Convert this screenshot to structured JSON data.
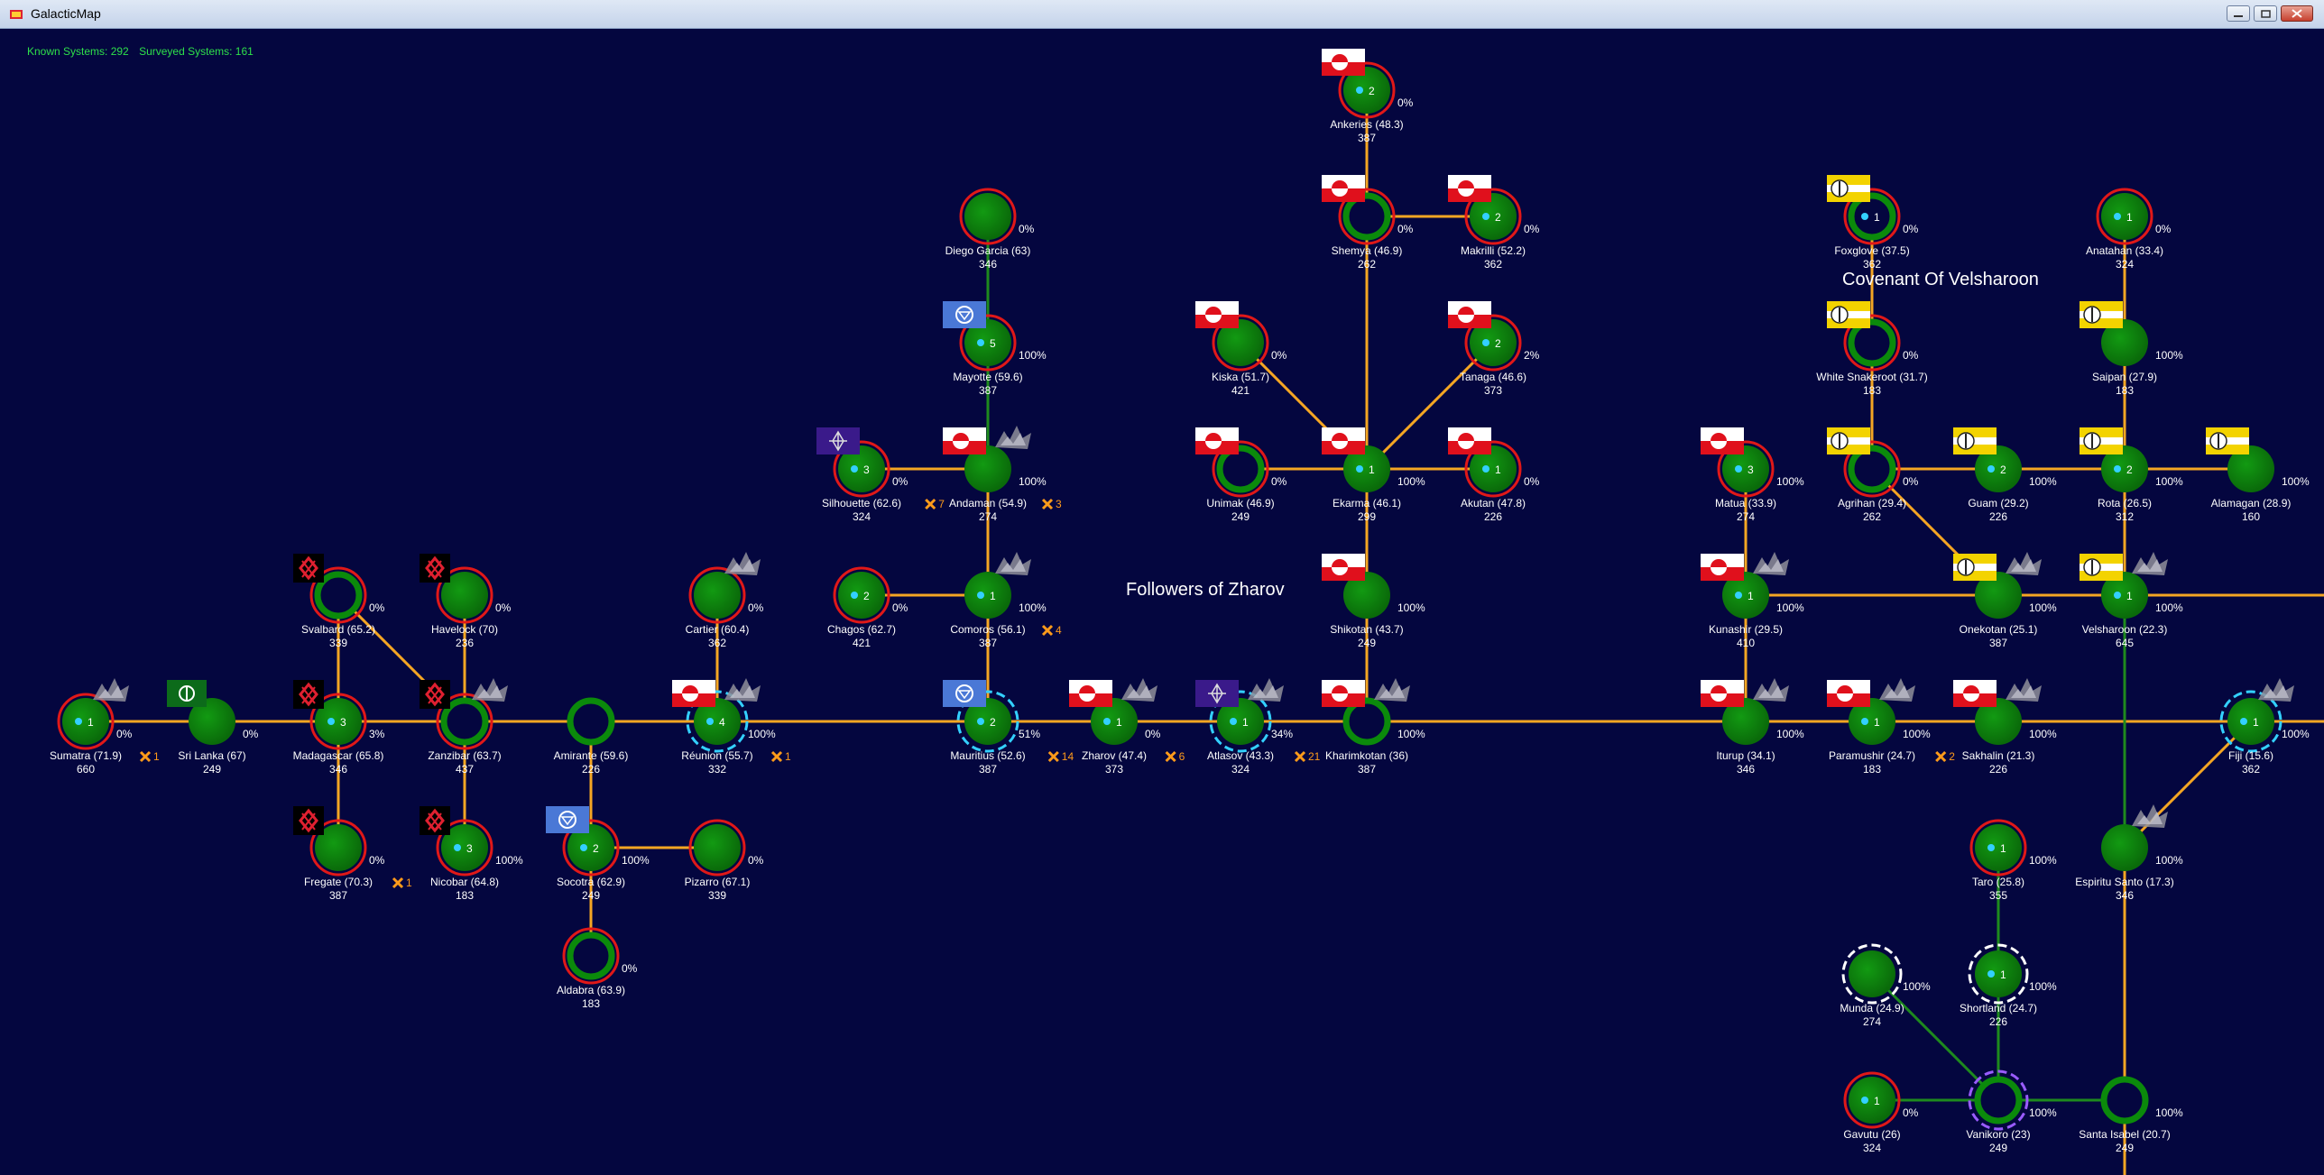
{
  "window": {
    "title": "GalacticMap"
  },
  "status": {
    "known": "Known Systems: 292",
    "surveyed": "Surveyed Systems: 161"
  },
  "colors": {
    "background": "#04063f",
    "jump_link": "#f5a623",
    "owned_link": "#1e8a1e",
    "planet": "#0b7a0b",
    "ring": "#e01818",
    "fleet": "#33d0ff",
    "text": "#ffffff",
    "status": "#2ee04a"
  },
  "regions": [
    {
      "id": "zharov",
      "label": "Followers of Zharov"
    },
    {
      "id": "velsharoon",
      "label": "Covenant Of Velsharoon"
    }
  ],
  "systems": [
    {
      "id": "sumatra",
      "name": "Sumatra  (71.9)",
      "value": "660",
      "ships": "1",
      "pct": "0%",
      "count": "1",
      "flag": "none",
      "storm": true,
      "ring": "red"
    },
    {
      "id": "srilanka",
      "name": "Sri Lanka  (67)",
      "value": "249",
      "pct": "0%",
      "flag": "green",
      "storm": false,
      "ring": "green"
    },
    {
      "id": "madagascar",
      "name": "Madagascar  (65.8)",
      "value": "346",
      "ships": "3",
      "pct": "3%",
      "flag": "black",
      "ring": "red"
    },
    {
      "id": "svalbard",
      "name": "Svalbard  (65.2)",
      "value": "339",
      "pct": "0%",
      "flag": "black",
      "ring": "red",
      "hollow": true
    },
    {
      "id": "havelock",
      "name": "Havelock  (70)",
      "value": "236",
      "pct": "0%",
      "flag": "black",
      "ring": "red"
    },
    {
      "id": "zanzibar",
      "name": "Zanzibar  (63.7)",
      "value": "437",
      "flag": "black",
      "storm": true,
      "ring": "red",
      "hollow": true
    },
    {
      "id": "fregate",
      "name": "Fregate  (70.3)",
      "value": "387",
      "pct": "0%",
      "count": "1",
      "flag": "black",
      "ring": "red"
    },
    {
      "id": "nicobar",
      "name": "Nicobar  (64.8)",
      "value": "183",
      "ships": "3",
      "pct": "100%",
      "flag": "black",
      "ring": "red"
    },
    {
      "id": "amirante",
      "name": "Amirante  (59.6)",
      "value": "226",
      "ring": "green",
      "hollow": true
    },
    {
      "id": "socotra",
      "name": "Socotra  (62.9)",
      "value": "249",
      "ships": "2",
      "pct": "100%",
      "flag": "blue",
      "ring": "red"
    },
    {
      "id": "aldabra",
      "name": "Aldabra  (63.9)",
      "value": "183",
      "pct": "0%",
      "ring": "red",
      "hollow": true
    },
    {
      "id": "pizarro",
      "name": "Pizarro  (67.1)",
      "value": "339",
      "pct": "0%",
      "ring": "red"
    },
    {
      "id": "cartier",
      "name": "Cartier  (60.4)",
      "value": "362",
      "pct": "0%",
      "storm": true,
      "ring": "red"
    },
    {
      "id": "reunion",
      "name": "Réunion  (55.7)",
      "value": "332",
      "ships": "4",
      "pct": "100%",
      "count": "1",
      "flag": "redwhite",
      "storm": true,
      "ring": "dash"
    },
    {
      "id": "diegogarcia",
      "name": "Diego Garcia  (63)",
      "value": "346",
      "pct": "0%",
      "ring": "red"
    },
    {
      "id": "mayotte",
      "name": "Mayotte  (59.6)",
      "value": "387",
      "ships": "5",
      "pct": "100%",
      "flag": "blue",
      "ring": "red"
    },
    {
      "id": "silhouette",
      "name": "Silhouette  (62.6)",
      "value": "324",
      "ships": "3",
      "pct": "0%",
      "count": "7",
      "flag": "purple",
      "ring": "red"
    },
    {
      "id": "andaman",
      "name": "Andaman  (54.9)",
      "value": "274",
      "pct": "100%",
      "count": "3",
      "flag": "redwhite",
      "storm": true,
      "ring": "none"
    },
    {
      "id": "chagos",
      "name": "Chagos  (62.7)",
      "value": "421",
      "ships": "2",
      "pct": "0%",
      "ring": "red"
    },
    {
      "id": "comoros",
      "name": "Comoros  (56.1)",
      "value": "387",
      "ships": "1",
      "pct": "100%",
      "count": "4",
      "storm": true,
      "ring": "none"
    },
    {
      "id": "mauritius",
      "name": "Mauritius  (52.6)",
      "value": "387",
      "ships": "2",
      "pct": "51%",
      "count": "14",
      "flag": "blue",
      "ring": "dash"
    },
    {
      "id": "zharov",
      "name": "Zharov  (47.4)",
      "value": "373",
      "ships": "1",
      "pct": "0%",
      "count": "6",
      "flag": "redwhite",
      "storm": true,
      "ring": "none"
    },
    {
      "id": "atlasov",
      "name": "Atlasov  (43.3)",
      "value": "324",
      "ships": "1",
      "pct": "34%",
      "count": "21",
      "flag": "purple",
      "storm": true,
      "ring": "dash"
    },
    {
      "id": "kharimkotan",
      "name": "Kharimkotan  (36)",
      "value": "387",
      "pct": "100%",
      "flag": "redwhite",
      "storm": true,
      "ring": "green",
      "hollow": true
    },
    {
      "id": "shikotan",
      "name": "Shikotan  (43.7)",
      "value": "249",
      "pct": "100%",
      "flag": "redwhite",
      "ring": "none"
    },
    {
      "id": "ekarma",
      "name": "Ekarma  (46.1)",
      "value": "299",
      "ships": "1",
      "pct": "100%",
      "flag": "redwhite",
      "ring": "none"
    },
    {
      "id": "unimak",
      "name": "Unimak  (46.9)",
      "value": "249",
      "pct": "0%",
      "flag": "redwhite",
      "ring": "red",
      "hollow": true
    },
    {
      "id": "akutan",
      "name": "Akutan  (47.8)",
      "value": "226",
      "ships": "1",
      "pct": "0%",
      "flag": "redwhite",
      "ring": "red"
    },
    {
      "id": "kiska",
      "name": "Kiska  (51.7)",
      "value": "421",
      "pct": "0%",
      "flag": "redwhite",
      "ring": "red"
    },
    {
      "id": "tanaga",
      "name": "Tanaga  (46.6)",
      "value": "373",
      "ships": "2",
      "pct": "2%",
      "flag": "redwhite",
      "ring": "red"
    },
    {
      "id": "shemya",
      "name": "Shemya  (46.9)",
      "value": "262",
      "pct": "0%",
      "flag": "redwhite",
      "ring": "red",
      "hollow": true
    },
    {
      "id": "makrilli",
      "name": "Makrilli  (52.2)",
      "value": "362",
      "ships": "2",
      "pct": "0%",
      "flag": "redwhite",
      "ring": "red"
    },
    {
      "id": "ankeries",
      "name": "Ankeries  (48.3)",
      "value": "387",
      "ships": "2",
      "pct": "0%",
      "flag": "redwhite",
      "ring": "red"
    },
    {
      "id": "matua",
      "name": "Matua  (33.9)",
      "value": "274",
      "ships": "3",
      "pct": "100%",
      "flag": "redwhite",
      "ring": "red"
    },
    {
      "id": "kunashir",
      "name": "Kunashir  (29.5)",
      "value": "410",
      "ships": "1",
      "pct": "100%",
      "flag": "redwhite",
      "storm": true,
      "ring": "none"
    },
    {
      "id": "iturup",
      "name": "Iturup  (34.1)",
      "value": "346",
      "pct": "100%",
      "flag": "redwhite",
      "storm": true,
      "ring": "none"
    },
    {
      "id": "paramushir",
      "name": "Paramushir  (24.7)",
      "value": "183",
      "ships": "1",
      "pct": "100%",
      "count": "2",
      "flag": "redwhite",
      "storm": true,
      "ring": "none"
    },
    {
      "id": "sakhalin",
      "name": "Sakhalin  (21.3)",
      "value": "226",
      "pct": "100%",
      "flag": "redwhite",
      "storm": true,
      "ring": "none"
    },
    {
      "id": "foxglove",
      "name": "Foxglove  (37.5)",
      "value": "362",
      "ships": "1",
      "pct": "0%",
      "flag": "yellow",
      "ring": "red",
      "hollow": true
    },
    {
      "id": "whitesnakeroot",
      "name": "White Snakeroot  (31.7)",
      "value": "183",
      "pct": "0%",
      "flag": "yellow",
      "ring": "red",
      "hollow": true
    },
    {
      "id": "agrihan",
      "name": "Agrihan  (29.4)",
      "value": "262",
      "pct": "0%",
      "flag": "yellow",
      "ring": "red",
      "hollow": true
    },
    {
      "id": "guam",
      "name": "Guam  (29.2)",
      "value": "226",
      "ships": "2",
      "pct": "100%",
      "flag": "yellow",
      "ring": "none"
    },
    {
      "id": "rota",
      "name": "Rota  (26.5)",
      "value": "312",
      "ships": "2",
      "pct": "100%",
      "flag": "yellow",
      "ring": "none"
    },
    {
      "id": "alamagan",
      "name": "Alamagan  (28.9)",
      "value": "160",
      "pct": "100%",
      "flag": "yellow",
      "ring": "none"
    },
    {
      "id": "saipan",
      "name": "Saipan  (27.9)",
      "value": "183",
      "pct": "100%",
      "flag": "yellow",
      "ring": "none"
    },
    {
      "id": "anatahan",
      "name": "Anatahan  (33.4)",
      "value": "324",
      "ships": "1",
      "pct": "0%",
      "ring": "red"
    },
    {
      "id": "onekotan",
      "name": "Onekotan  (25.1)",
      "value": "387",
      "pct": "100%",
      "flag": "yellow",
      "storm": true,
      "ring": "none"
    },
    {
      "id": "velsharoon",
      "name": "Velsharoon  (22.3)",
      "value": "645",
      "ships": "1",
      "pct": "100%",
      "flag": "yellow",
      "storm": true,
      "ring": "none"
    },
    {
      "id": "fiji",
      "name": "Fiji  (15.6)",
      "value": "362",
      "ships": "1",
      "pct": "100%",
      "storm": true,
      "ring": "dash"
    },
    {
      "id": "espiritusanto",
      "name": "Espiritu Santo  (17.3)",
      "value": "346",
      "pct": "100%",
      "storm": true,
      "ring": "none"
    },
    {
      "id": "taro",
      "name": "Taro  (25.8)",
      "value": "355",
      "ships": "1",
      "pct": "100%",
      "ring": "red"
    },
    {
      "id": "shortland",
      "name": "Shortland  (24.7)",
      "value": "226",
      "ships": "1",
      "pct": "100%",
      "ring": "white"
    },
    {
      "id": "munda",
      "name": "Munda  (24.9)",
      "value": "274",
      "pct": "100%",
      "ring": "white"
    },
    {
      "id": "gavutu",
      "name": "Gavutu  (26)",
      "value": "324",
      "ships": "1",
      "pct": "0%",
      "ring": "red"
    },
    {
      "id": "vanikoro",
      "name": "Vanikoro  (23)",
      "value": "249",
      "pct": "100%",
      "ring": "purple",
      "hollow": true
    },
    {
      "id": "santaisabel",
      "name": "Santa Isabel  (20.7)",
      "value": "249",
      "pct": "100%",
      "ring": "green",
      "hollow": true
    }
  ],
  "links": [
    [
      "sumatra",
      "srilanka",
      "o"
    ],
    [
      "srilanka",
      "madagascar",
      "o"
    ],
    [
      "madagascar",
      "zanzibar",
      "o"
    ],
    [
      "madagascar",
      "fregate",
      "o"
    ],
    [
      "madagascar",
      "svalbard",
      "o"
    ],
    [
      "svalbard",
      "zanzibar",
      "o"
    ],
    [
      "havelock",
      "zanzibar",
      "o"
    ],
    [
      "zanzibar",
      "nicobar",
      "o"
    ],
    [
      "zanzibar",
      "amirante",
      "o"
    ],
    [
      "amirante",
      "socotra",
      "o"
    ],
    [
      "socotra",
      "aldabra",
      "o"
    ],
    [
      "socotra",
      "pizarro",
      "o"
    ],
    [
      "amirante",
      "reunion",
      "o"
    ],
    [
      "reunion",
      "cartier",
      "o"
    ],
    [
      "reunion",
      "mauritius",
      "o"
    ],
    [
      "mauritius",
      "comoros",
      "o"
    ],
    [
      "comoros",
      "chagos",
      "o"
    ],
    [
      "comoros",
      "andaman",
      "o"
    ],
    [
      "andaman",
      "silhouette",
      "o"
    ],
    [
      "andaman",
      "mayotte",
      "g"
    ],
    [
      "mayotte",
      "diegogarcia",
      "g"
    ],
    [
      "mauritius",
      "zharov",
      "o"
    ],
    [
      "zharov",
      "atlasov",
      "o"
    ],
    [
      "atlasov",
      "kharimkotan",
      "o"
    ],
    [
      "kharimkotan",
      "shikotan",
      "o"
    ],
    [
      "shikotan",
      "ekarma",
      "o"
    ],
    [
      "ekarma",
      "unimak",
      "o"
    ],
    [
      "ekarma",
      "akutan",
      "o"
    ],
    [
      "ekarma",
      "kiska",
      "o"
    ],
    [
      "ekarma",
      "tanaga",
      "o"
    ],
    [
      "ekarma",
      "shemya",
      "o"
    ],
    [
      "shemya",
      "makrilli",
      "o"
    ],
    [
      "shemya",
      "ankeries",
      "o"
    ],
    [
      "kharimkotan",
      "iturup",
      "o"
    ],
    [
      "iturup",
      "kunashir",
      "o"
    ],
    [
      "kunashir",
      "matua",
      "o"
    ],
    [
      "iturup",
      "paramushir",
      "o"
    ],
    [
      "paramushir",
      "sakhalin",
      "o"
    ],
    [
      "sakhalin",
      "fiji",
      "o"
    ],
    [
      "fiji",
      "edge",
      "o"
    ],
    [
      "kunashir",
      "onekotan",
      "o"
    ],
    [
      "onekotan",
      "velsharoon",
      "o"
    ],
    [
      "velsharoon",
      "edge2",
      "o"
    ],
    [
      "agrihan",
      "onekotan",
      "o"
    ],
    [
      "agrihan",
      "guam",
      "o"
    ],
    [
      "guam",
      "rota",
      "o"
    ],
    [
      "rota",
      "alamagan",
      "o"
    ],
    [
      "rota",
      "saipan",
      "o"
    ],
    [
      "saipan",
      "anatahan",
      "o"
    ],
    [
      "rota",
      "velsharoon",
      "o"
    ],
    [
      "agrihan",
      "whitesnakeroot",
      "o"
    ],
    [
      "whitesnakeroot",
      "foxglove",
      "o"
    ],
    [
      "velsharoon",
      "espiritusanto",
      "g"
    ],
    [
      "espiritusanto",
      "fiji",
      "o"
    ],
    [
      "espiritusanto",
      "santaisabel",
      "o"
    ],
    [
      "santaisabel",
      "vanikoro",
      "g"
    ],
    [
      "vanikoro",
      "shortland",
      "g"
    ],
    [
      "shortland",
      "taro",
      "g"
    ],
    [
      "vanikoro",
      "munda",
      "g"
    ],
    [
      "vanikoro",
      "gavutu",
      "g"
    ],
    [
      "santaisabel",
      "bottom",
      "o"
    ]
  ]
}
